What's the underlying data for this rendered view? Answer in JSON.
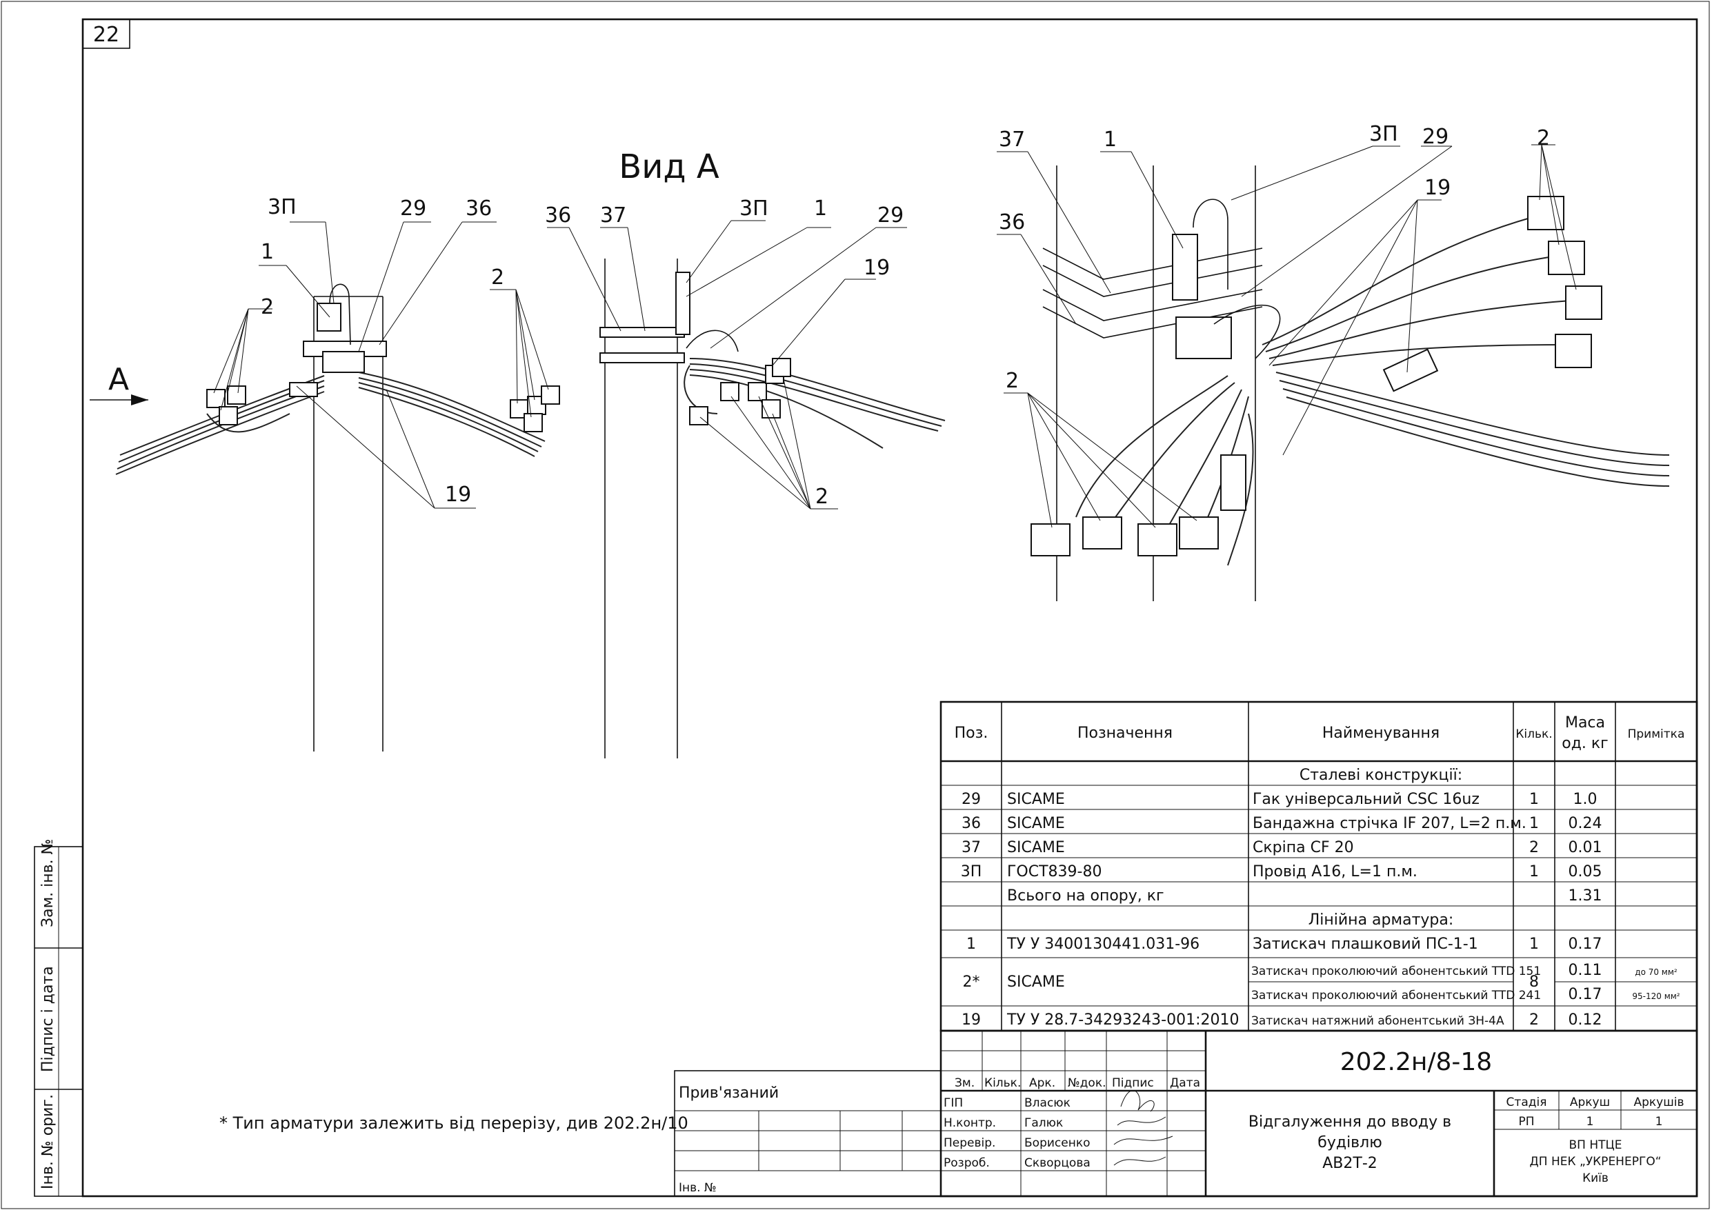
{
  "sheet_number": "22",
  "view_title": "Вид А",
  "view_arrow_label": "А",
  "view1_callouts": {
    "c3p": "3П",
    "c1": "1",
    "c29": "29",
    "c36": "36",
    "c2": "2",
    "c19": "19"
  },
  "view2_callouts": {
    "c36": "36",
    "c37": "37",
    "c3p": "3П",
    "c1": "1",
    "c29": "29",
    "c19": "19",
    "c2": "2"
  },
  "view3_callouts": {
    "c37": "37",
    "c1": "1",
    "c3p": "3П",
    "c29": "29",
    "c19": "19",
    "c2a": "2",
    "c36": "36",
    "c2b": "2"
  },
  "spec_table": {
    "headers": {
      "pos": "Поз.",
      "designation": "Позначення",
      "name": "Найменування",
      "qty": "Кільк.",
      "mass": "Маса од. кг",
      "note": "Примітка"
    },
    "mass_header_line1": "Маса",
    "mass_header_line2": "од. кг",
    "section1": "Сталеві конструкції:",
    "rows1": [
      {
        "pos": "29",
        "designation": "SICAME",
        "name": "Гак універсальний CSC 16uz",
        "qty": "1",
        "mass": "1.0",
        "note": ""
      },
      {
        "pos": "36",
        "designation": "SICAME",
        "name": "Бандажна стрічка IF 207, L=2 п.м.",
        "qty": "1",
        "mass": "0.24",
        "note": ""
      },
      {
        "pos": "37",
        "designation": "SICAME",
        "name": "Скріпа CF 20",
        "qty": "2",
        "mass": "0.01",
        "note": ""
      },
      {
        "pos": "3П",
        "designation": "ГОСТ839-80",
        "name": "Провід А16, L=1 п.м.",
        "qty": "1",
        "mass": "0.05",
        "note": ""
      }
    ],
    "total_label": "Всього на опору, кг",
    "total_value": "1.31",
    "section2": "Лінійна арматура:",
    "row_1": {
      "pos": "1",
      "designation": "ТУ У 3400130441.031-96",
      "name": "Затискач плашковий ПС-1-1",
      "qty": "1",
      "mass": "0.17",
      "note": ""
    },
    "row_2": {
      "pos": "2*",
      "designation": "SICAME",
      "name_a": "Затискач проколюючий абонентський TTD 151",
      "name_b": "Затискач проколюючий абонентський TTD 241",
      "qty": "8",
      "mass_a": "0.11",
      "mass_b": "0.17",
      "note_a": "до 70 мм²",
      "note_b": "95-120 мм²"
    },
    "row_19": {
      "pos": "19",
      "designation": "ТУ У 28.7-34293243-001:2010",
      "name": "Затискач натяжний абонентський ЗН-4А",
      "qty": "2",
      "mass": "0.12",
      "note": ""
    }
  },
  "footnote": "* Тип арматури залежить від перерізу, див 202.2н/10",
  "title_block": {
    "doc_code": "202.2н/8-18",
    "attached_label": "Прив'язаний",
    "inv_label": "Інв. №",
    "rev_headers": [
      "Зм.",
      "Кільк.",
      "Арк.",
      "№док.",
      "Підпис",
      "Дата"
    ],
    "roles": [
      {
        "role": "ГІП",
        "name": "Власюк"
      },
      {
        "role": "Н.контр.",
        "name": "Галюк"
      },
      {
        "role": "Перевір.",
        "name": "Борисенко"
      },
      {
        "role": "Розроб.",
        "name": "Скворцова"
      }
    ],
    "title_line1": "Відгалуження до вводу в",
    "title_line2": "будівлю",
    "title_line3": "АВ2Т-2",
    "stage_label": "Стадія",
    "sheet_label": "Аркуш",
    "sheets_label": "Аркушів",
    "stage_value": "РП",
    "sheet_value": "1",
    "sheets_value": "1",
    "org_line1": "ВП НТЦЕ",
    "org_line2": "ДП НЕК „УКРЕНЕРГО“",
    "org_line3": "Київ"
  },
  "side_stamps": {
    "replace_inv": "Зам. інв. №",
    "sign_date": "Підпис і дата",
    "orig_inv": "Інв. № ориг."
  }
}
